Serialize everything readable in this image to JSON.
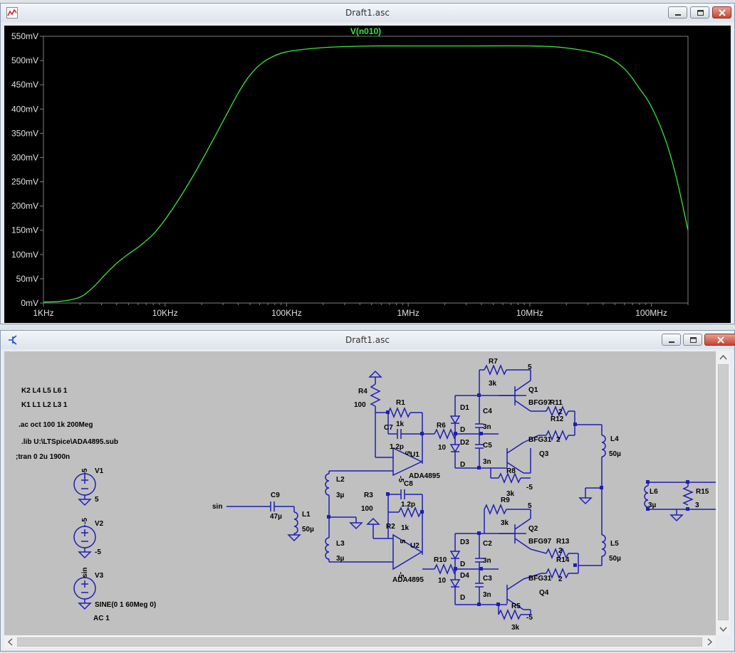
{
  "plot_window": {
    "title": "Draft1.asc",
    "icon": "waveform-icon"
  },
  "schematic_window": {
    "title": "Draft1.asc",
    "icon": "schematic-icon"
  },
  "colors": {
    "trace": "#39e639",
    "plot_bg": "#000000",
    "schematic_bg": "#c0c0c0",
    "wire": "#1e1eb4"
  },
  "chart_data": {
    "type": "line",
    "title": "V(n010)",
    "series": [
      {
        "name": "V(n010)",
        "color": "#39e639"
      }
    ],
    "x_scale": "log",
    "xlim": [
      1000,
      200000000
    ],
    "ylim": [
      0,
      550
    ],
    "x_ticks": [
      {
        "value": 1000,
        "label": "1KHz"
      },
      {
        "value": 10000,
        "label": "10KHz"
      },
      {
        "value": 100000,
        "label": "100KHz"
      },
      {
        "value": 1000000,
        "label": "1MHz"
      },
      {
        "value": 10000000,
        "label": "10MHz"
      },
      {
        "value": 100000000,
        "label": "100MHz"
      }
    ],
    "y_ticks": [
      {
        "value": 0,
        "label": "0mV"
      },
      {
        "value": 50,
        "label": "50mV"
      },
      {
        "value": 100,
        "label": "100mV"
      },
      {
        "value": 150,
        "label": "150mV"
      },
      {
        "value": 200,
        "label": "200mV"
      },
      {
        "value": 250,
        "label": "250mV"
      },
      {
        "value": 300,
        "label": "300mV"
      },
      {
        "value": 350,
        "label": "350mV"
      },
      {
        "value": 400,
        "label": "400mV"
      },
      {
        "value": 450,
        "label": "450mV"
      },
      {
        "value": 500,
        "label": "500mV"
      },
      {
        "value": 550,
        "label": "550mV"
      }
    ],
    "points": [
      [
        1000,
        2
      ],
      [
        1300,
        3
      ],
      [
        1700,
        7
      ],
      [
        2100,
        15
      ],
      [
        2600,
        34
      ],
      [
        3200,
        58
      ],
      [
        4000,
        82
      ],
      [
        5000,
        101
      ],
      [
        6300,
        119
      ],
      [
        8000,
        142
      ],
      [
        10000,
        172
      ],
      [
        13000,
        214
      ],
      [
        17000,
        262
      ],
      [
        22000,
        312
      ],
      [
        30000,
        375
      ],
      [
        40000,
        433
      ],
      [
        50000,
        470
      ],
      [
        63000,
        495
      ],
      [
        80000,
        510
      ],
      [
        100000,
        518
      ],
      [
        150000,
        524
      ],
      [
        250000,
        528
      ],
      [
        500000,
        530
      ],
      [
        1000000,
        530
      ],
      [
        3000000,
        530
      ],
      [
        10000000,
        530
      ],
      [
        20000000,
        526
      ],
      [
        40000000,
        511
      ],
      [
        60000000,
        483
      ],
      [
        80000000,
        442
      ],
      [
        100000000,
        405
      ],
      [
        130000000,
        338
      ],
      [
        160000000,
        260
      ],
      [
        200000000,
        150
      ]
    ]
  },
  "schematic": {
    "directives": [
      "K2 L4 L5 L6 1",
      "K1 L1 L2 L3 1",
      ".ac oct 100 1k 200Meg",
      ".lib U:\\LTSpice\\ADA4895.sub",
      ";tran 0 2u 1900n"
    ],
    "sources": [
      {
        "name": "V1",
        "node": "5",
        "value": "5"
      },
      {
        "name": "V2",
        "node": "-5",
        "value": "-5"
      },
      {
        "name": "V3",
        "node": "sin",
        "value": "SINE(0 1 60Meg 0)",
        "ac": "AC 1"
      }
    ],
    "components": [
      {
        "ref": "R4",
        "value": "100"
      },
      {
        "ref": "R1",
        "value": "1k"
      },
      {
        "ref": "C7",
        "value": "1.2p"
      },
      {
        "ref": "U1",
        "value": "ADA4895"
      },
      {
        "ref": "R3",
        "value": "100"
      },
      {
        "ref": "C8",
        "value": "1.2p"
      },
      {
        "ref": "R2",
        "value": "1k"
      },
      {
        "ref": "U2",
        "value": "ADA4895"
      },
      {
        "ref": "C9",
        "value": "47µ"
      },
      {
        "ref": "L1",
        "value": "50µ"
      },
      {
        "ref": "L2",
        "value": "3µ"
      },
      {
        "ref": "L3",
        "value": "3µ"
      },
      {
        "ref": "R6",
        "value": "10"
      },
      {
        "ref": "R10",
        "value": "10"
      },
      {
        "ref": "R7",
        "value": "3k"
      },
      {
        "ref": "R8",
        "value": "3k"
      },
      {
        "ref": "R9",
        "value": "3k"
      },
      {
        "ref": "R5",
        "value": "3k"
      },
      {
        "ref": "C4",
        "value": "3n"
      },
      {
        "ref": "C5",
        "value": "3n"
      },
      {
        "ref": "C2",
        "value": "3n"
      },
      {
        "ref": "C3",
        "value": "3n"
      },
      {
        "ref": "Q1",
        "value": "BFG97"
      },
      {
        "ref": "Q2",
        "value": "BFG97"
      },
      {
        "ref": "Q3",
        "value": "BFG31"
      },
      {
        "ref": "Q4",
        "value": "BFG31"
      },
      {
        "ref": "R11",
        "value": "2"
      },
      {
        "ref": "R12",
        "value": "2"
      },
      {
        "ref": "R13",
        "value": "2"
      },
      {
        "ref": "R14",
        "value": "2"
      },
      {
        "ref": "L4",
        "value": "50µ"
      },
      {
        "ref": "L5",
        "value": "50µ"
      },
      {
        "ref": "L6",
        "value": "3µ"
      },
      {
        "ref": "R15",
        "value": "3"
      }
    ],
    "labels": {
      "sin": "sin",
      "d1": "D1",
      "d2": "D2",
      "d3": "D3",
      "d4": "D4",
      "d": "D",
      "supply5": "5",
      "supplym5": "-5"
    }
  }
}
